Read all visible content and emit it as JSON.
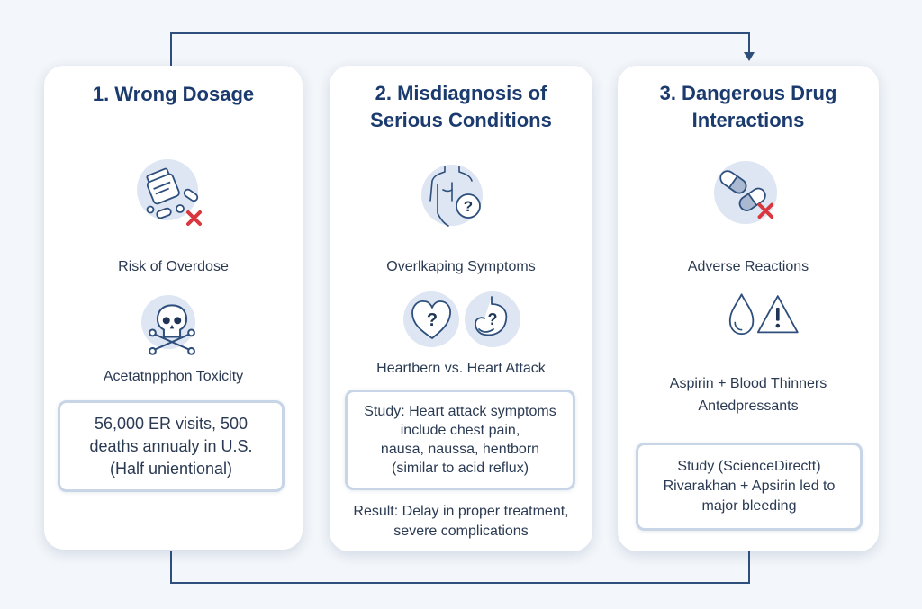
{
  "columns": [
    {
      "title_lines": [
        "1. Wrong Dosage"
      ],
      "icon1": "pill-bottle-overdose-icon",
      "caption1": "Risk of Overdose",
      "icon2": "skull-crossbones-icon",
      "caption2": "Acetatnpphon Toxicity",
      "box_lines": [
        "56,000 ER visits, 500",
        "deaths annualy in U.S.",
        "(Half unientional)"
      ]
    },
    {
      "title_lines": [
        "2. Misdiagnosis of",
        "Serious Conditions"
      ],
      "icon1": "body-question-icon",
      "caption1": "Overlkaping Symptoms",
      "icon2": "heart-stomach-question-icon",
      "caption2": "Heartbern vs. Heart Attack",
      "box_lines": [
        "Study: Heart attack symptoms",
        "include chest pain,",
        "nausa, naussa, hentborn",
        "(similar to acid reflux)"
      ],
      "result_lines": [
        "Result: Delay in proper treatment,",
        "severe complications"
      ]
    },
    {
      "title_lines": [
        "3. Dangerous Drug",
        "Interactions"
      ],
      "icon1": "capsules-interaction-icon",
      "caption1": "Adverse Reactions",
      "icon2": "drop-warning-icon",
      "caption2_lines": [
        "Aspirin + Blood Thinners",
        "Antedpressants"
      ],
      "box_lines": [
        "Study (ScienceDirectt)",
        "Rivarakhan + Apsirin led to",
        "major bleeding"
      ]
    }
  ],
  "colors": {
    "accent": "#1b3b6f",
    "line": "#2e4f7c",
    "icon_bg": "#dde6f2",
    "icon_stroke": "#2e4f7c",
    "warning_x": "#d9363e",
    "box_border": "#c7d5e6"
  }
}
